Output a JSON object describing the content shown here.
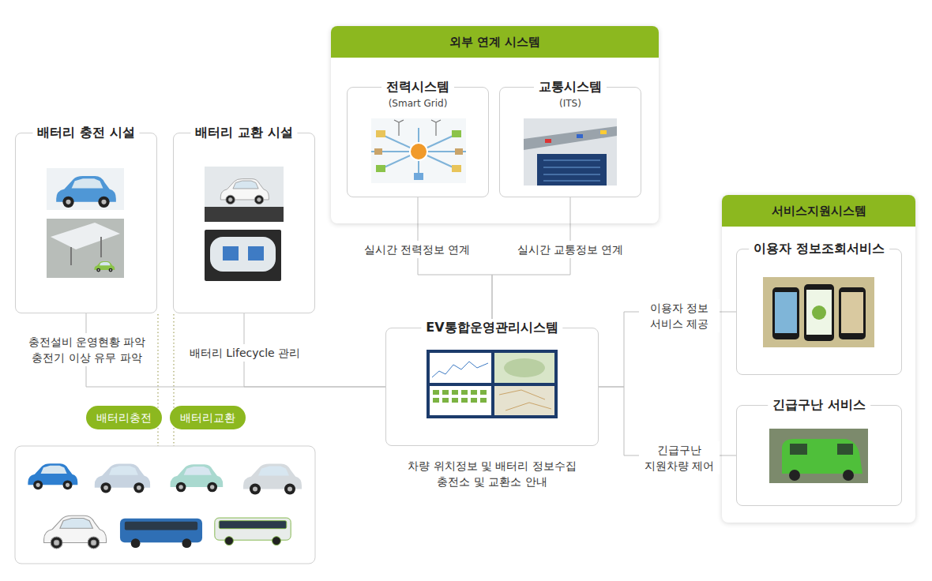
{
  "diagram": {
    "nodes": [
      {
        "text": [
          "외부 연계 시스템"
        ]
      },
      {
        "text": [
          "전력시스템",
          "(Smart Grid)"
        ],
        "in": 0
      },
      {
        "text": [
          "교통시스템",
          "(ITS)"
        ],
        "in": 0
      },
      {
        "text": [
          "배터리 충전 시설"
        ]
      },
      {
        "text": [
          "배터리 교환 시설"
        ]
      },
      {
        "text": [
          "서비스지원시스템"
        ]
      },
      {
        "text": [
          "이용자 정보조회서비스"
        ],
        "in": 5
      },
      {
        "text": [
          "EV통합운영관리시스템"
        ]
      },
      {
        "text": [
          "긴급구난 서비스"
        ],
        "in": 5
      },
      {
        "text": [
          "배터리충전"
        ]
      },
      {
        "text": [
          "배터리교환"
        ]
      }
    ],
    "edges": [
      {
        "from": 1,
        "to": 7,
        "arrow": "none",
        "label": "실시간 전력정보 연계"
      },
      {
        "from": 2,
        "to": 7,
        "arrow": "none",
        "label": "실시간 교통정보 연계"
      },
      {
        "from": 3,
        "to": 7,
        "arrow": "none",
        "label": "충전설비 운영현황 파악 충전기 이상 유무 파악"
      },
      {
        "from": 4,
        "to": 7,
        "arrow": "none",
        "label": "배터리 Lifecycle 관리"
      },
      {
        "from": 7,
        "to": 6,
        "arrow": "none",
        "label": "이용자 정보 서비스 제공"
      },
      {
        "from": 7,
        "to": 8,
        "arrow": "none",
        "label": "긴급구난 지원차량 제어"
      }
    ],
    "labels": [
      "차량 위치정보 및 배터리 정보수집 충전소 및 교환소 안내"
    ]
  }
}
